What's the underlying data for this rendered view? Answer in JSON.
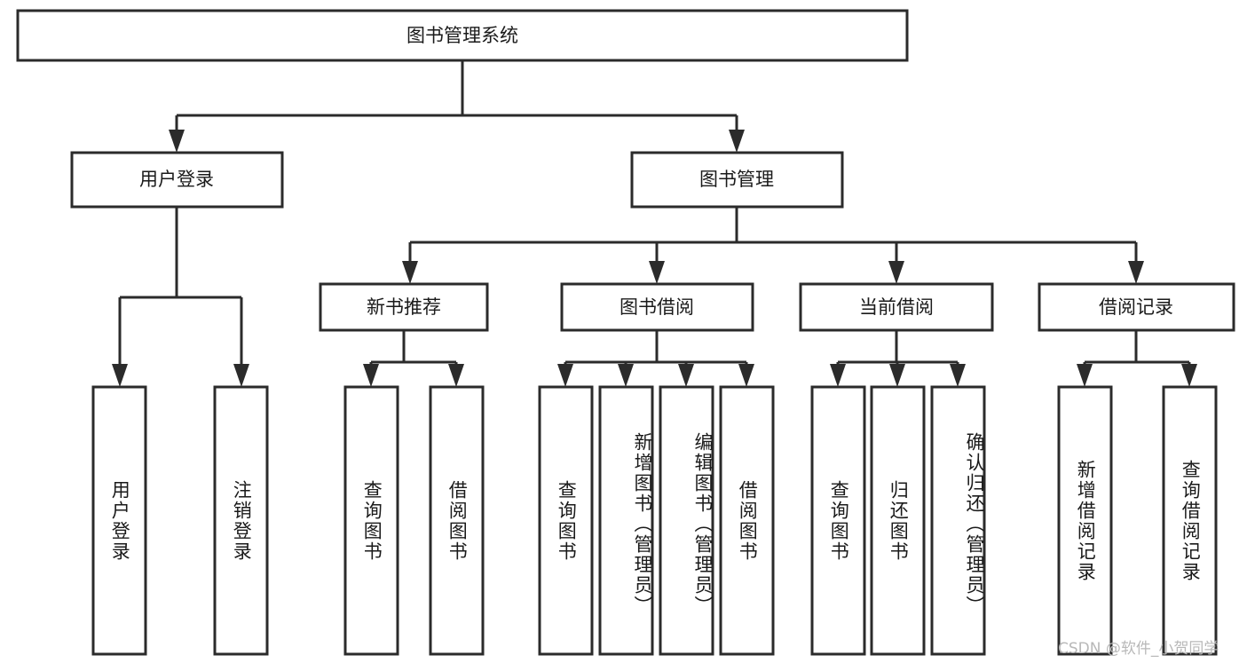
{
  "diagram": {
    "title": "图书管理系统",
    "type": "tree-hierarchy-diagram",
    "colors": {
      "stroke": "#2b2b2b",
      "fill": "#ffffff",
      "text": "#1a1a1a",
      "watermark": "#b8b8b8"
    },
    "root": {
      "label": "图书管理系统"
    },
    "level1": [
      {
        "label": "用户登录"
      },
      {
        "label": "图书管理"
      }
    ],
    "level2": [
      {
        "label": "新书推荐"
      },
      {
        "label": "图书借阅"
      },
      {
        "label": "当前借阅"
      },
      {
        "label": "借阅记录"
      }
    ],
    "leaves": {
      "user_login": [
        {
          "label": "用户登录"
        },
        {
          "label": "注销登录"
        }
      ],
      "new_book_recommend": [
        {
          "label": "查询图书"
        },
        {
          "label": "借阅图书"
        }
      ],
      "book_borrow": [
        {
          "label": "查询图书"
        },
        {
          "label": "新增图书（管理员）"
        },
        {
          "label": "编辑图书（管理员）"
        },
        {
          "label": "借阅图书"
        }
      ],
      "current_borrow": [
        {
          "label": "查询图书"
        },
        {
          "label": "归还图书"
        },
        {
          "label": "确认归还（管理员）"
        }
      ],
      "borrow_record": [
        {
          "label": "新增借阅记录"
        },
        {
          "label": "查询借阅记录"
        }
      ]
    }
  },
  "watermark": {
    "text": "CSDN @软件_小贺同学"
  }
}
